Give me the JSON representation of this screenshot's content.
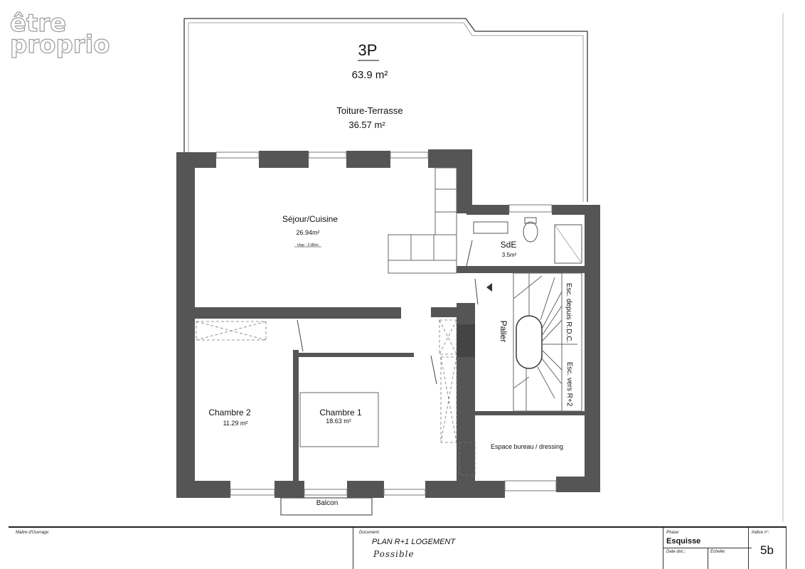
{
  "logo": {
    "line1": "être",
    "line2": "proprio"
  },
  "plan": {
    "type_label": "3P",
    "total_area": "63.9 m²",
    "rooms": {
      "terrasse": {
        "name": "Toiture-Terrasse",
        "area": "36.57 m²"
      },
      "sejour": {
        "name": "Séjour/Cuisine",
        "area": "26.94m²",
        "height": "Hsp : 2.85m"
      },
      "sde": {
        "name": "SdE",
        "area": "3.5m²"
      },
      "palier": {
        "name": "Palier"
      },
      "esc_rdc": {
        "name": "Esc. depuis R.D.C."
      },
      "esc_r2": {
        "name": "Esc. vers R+2"
      },
      "chambre2": {
        "name": "Chambre 2",
        "area": "11.29 m²"
      },
      "chambre1": {
        "name": "Chambre 1",
        "area": "18.63 m²"
      },
      "bureau": {
        "name": "Espace bureau / dressing"
      },
      "balcon": {
        "name": "Balcon"
      }
    }
  },
  "title_block": {
    "maitre_label": "Maitre d'Ouvrage:",
    "document_label": "Document:",
    "document_title": "PLAN R+1 LOGEMENT",
    "handwritten_note": "Possible",
    "phase_label": "Phase:",
    "phase_value": "Esquisse",
    "date_label": "Date doc.:",
    "echelle_label": "Echelle:",
    "indice_label": "Indice n°:",
    "indice_value": "5b"
  },
  "colors": {
    "wall": "#555555",
    "line": "#333333",
    "light_line": "#888888"
  }
}
